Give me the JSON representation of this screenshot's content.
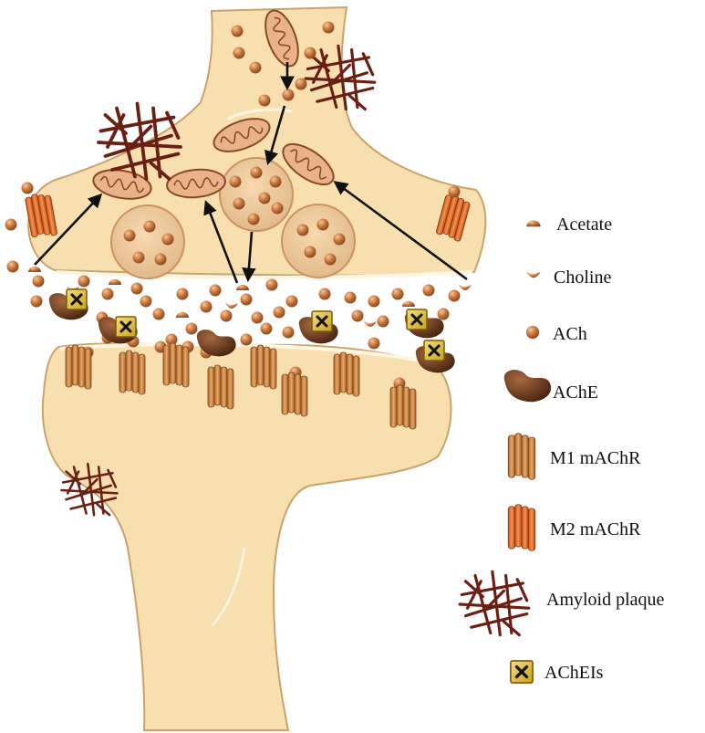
{
  "colors": {
    "cell_fill": "#f8dfb0",
    "cell_stroke": "#c9a36a",
    "ach": "#c8743a",
    "ache": "#6b3a1f",
    "m1_receptor": "#d9924b",
    "m2_receptor": "#ee7a35",
    "amyloid": "#6b1f12",
    "acheis_fill": "#e3c23a",
    "arrow": "#111111"
  },
  "legend": [
    {
      "key": "acetate",
      "label": "Acetate",
      "icon": "acetate-icon"
    },
    {
      "key": "choline",
      "label": "Choline",
      "icon": "choline-icon"
    },
    {
      "key": "ach",
      "label": "ACh",
      "icon": "ach-icon"
    },
    {
      "key": "ache",
      "label": "AChE",
      "icon": "ache-enzyme-icon"
    },
    {
      "key": "m1",
      "label": "M1 mAChR",
      "icon": "m1-receptor-icon"
    },
    {
      "key": "m2",
      "label": "M2 mAChR",
      "icon": "m2-receptor-icon"
    },
    {
      "key": "amyloid",
      "label": "Amyloid plaque",
      "icon": "amyloid-plaque-icon"
    },
    {
      "key": "acheis",
      "label": "AChEIs",
      "icon": "acheis-inhibitor-icon"
    }
  ]
}
